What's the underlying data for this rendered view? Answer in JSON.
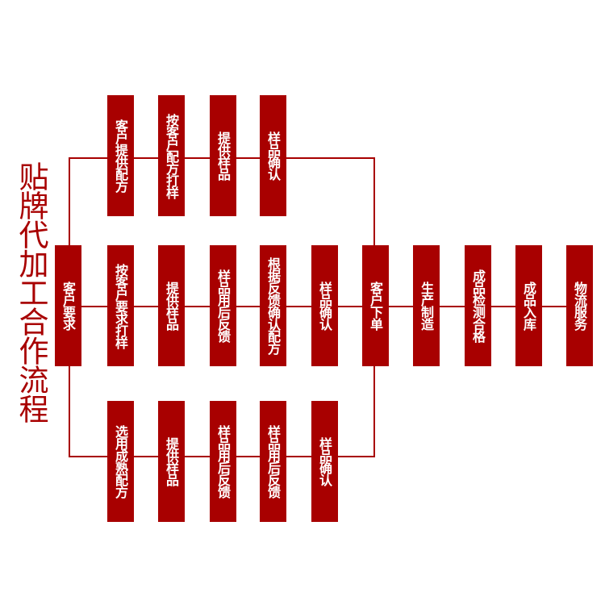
{
  "title": "贴牌代加工合作流程",
  "color": "#a80000",
  "start": "客户要求",
  "top_row": [
    "客户提供配方",
    "按客户配方打样",
    "提供样品",
    "样品确认"
  ],
  "middle_row": [
    "按客户要求打样",
    "提供样品",
    "样品用后反馈",
    "根据反馈确认配方",
    "样品确认"
  ],
  "bottom_row": [
    "选用成熟配方",
    "提供样品",
    "样品用后反馈",
    "样品用后反馈",
    "样品确认"
  ],
  "final_row": [
    "客户下单",
    "生产制造",
    "成品检测合格",
    "成品入库",
    "物流服务"
  ]
}
